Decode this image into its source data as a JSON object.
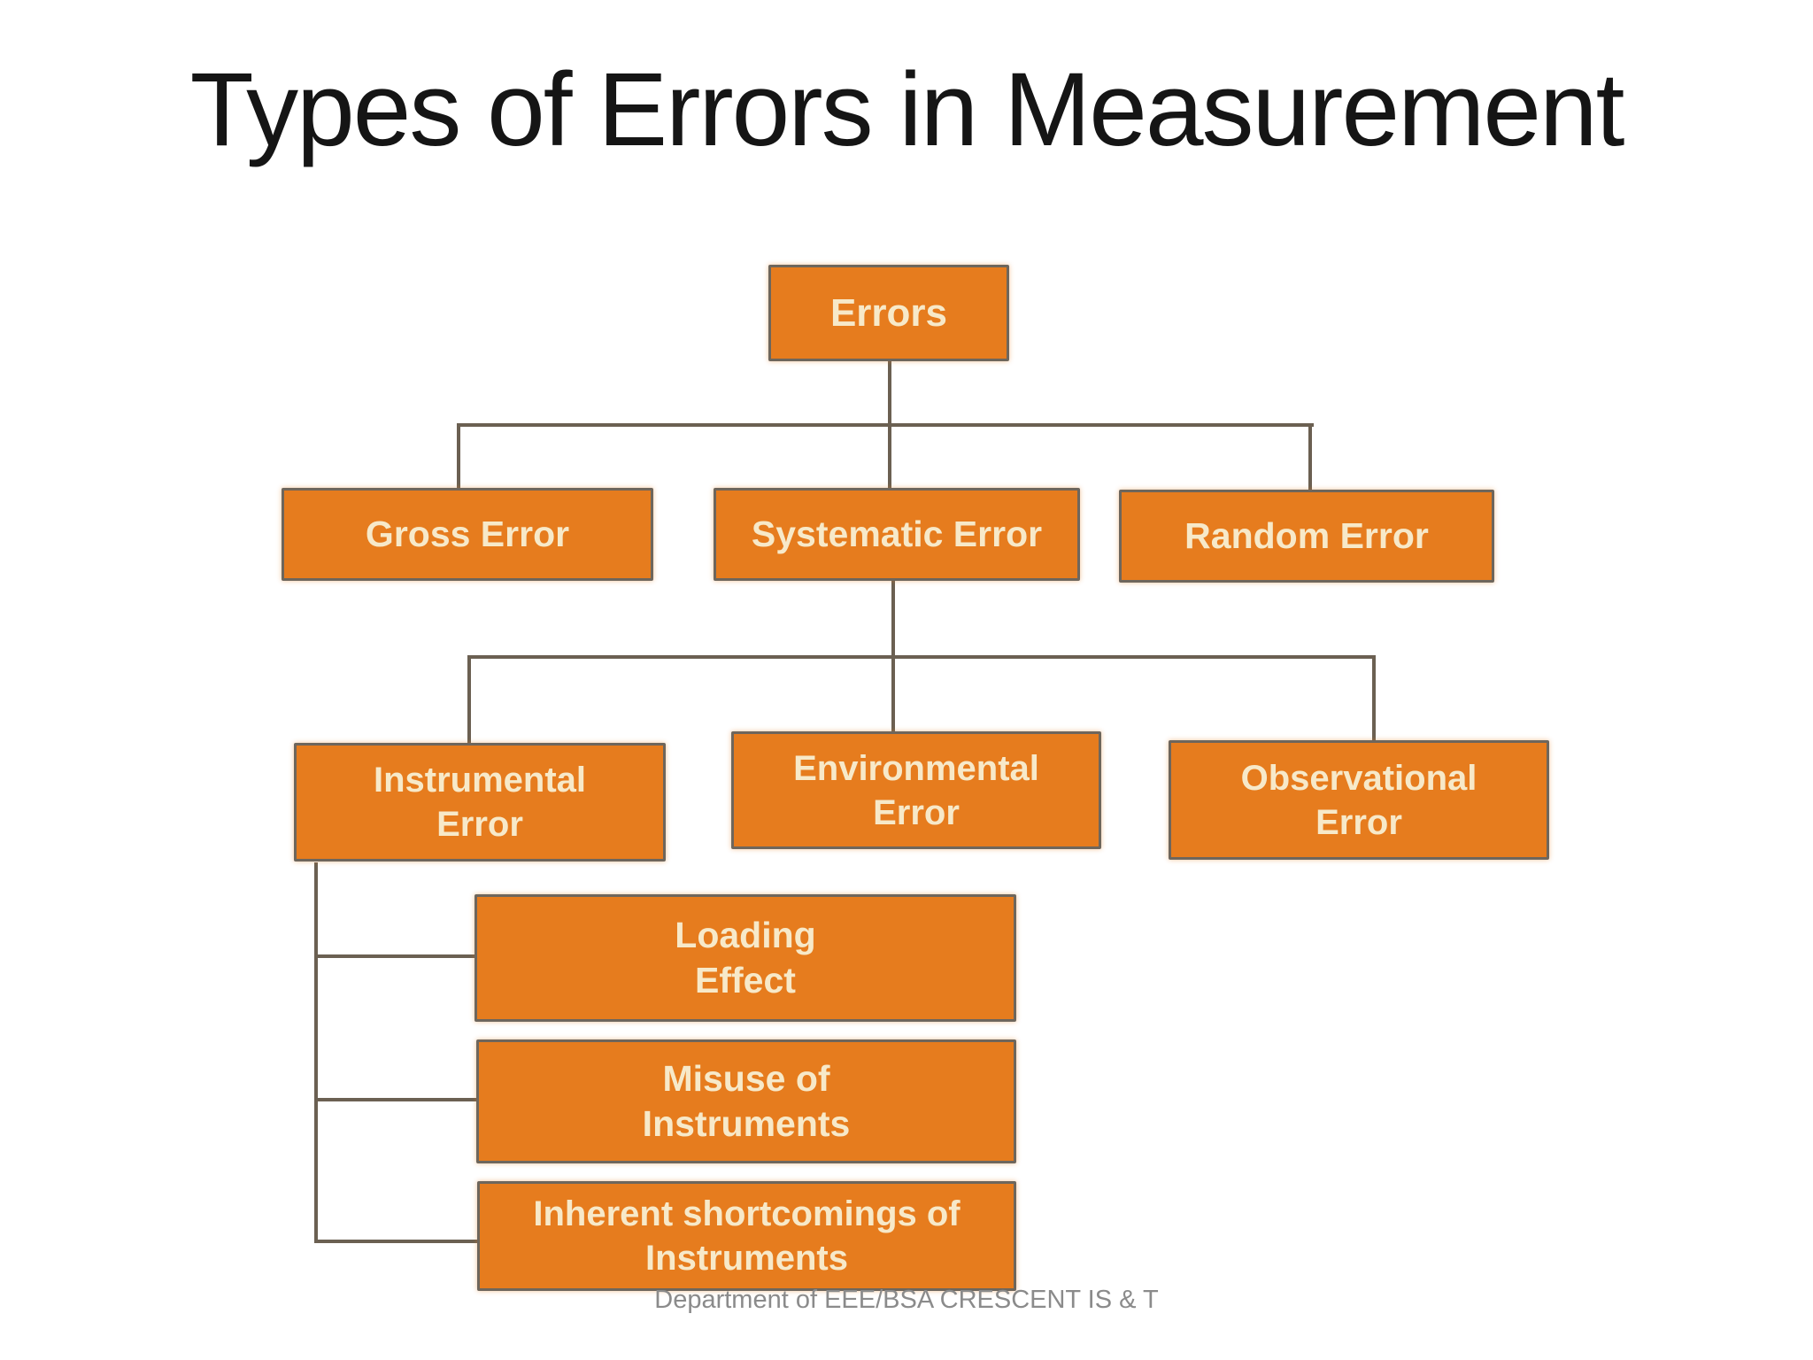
{
  "title": "Types of Errors in Measurement",
  "footer": "Department of EEE/BSA CRESCENT IS & T",
  "colors": {
    "background": "#FFFFFF",
    "title_text": "#151515",
    "box_fill": "#E67C1E",
    "box_border": "#6E665C",
    "box_text": "#F7E9C9",
    "connector": "#6B6052",
    "footer_text": "#8B8B8B"
  },
  "nodes": {
    "errors": "Errors",
    "gross_error": "Gross Error",
    "systematic_error": "Systematic Error",
    "random_error": "Random Error",
    "instrumental_error": "Instrumental\nError",
    "environmental_error": "Environmental\nError",
    "observational_error": "Observational\nError",
    "loading_effect": "Loading\nEffect",
    "misuse_of_instruments": "Misuse of\nInstruments",
    "inherent_shortcomings": "Inherent shortcomings of\nInstruments"
  },
  "hierarchy": {
    "Errors": [
      "Gross Error",
      "Systematic Error",
      "Random Error"
    ],
    "Systematic Error": [
      "Instrumental Error",
      "Environmental Error",
      "Observational Error"
    ],
    "Instrumental Error": [
      "Loading Effect",
      "Misuse of Instruments",
      "Inherent shortcomings of Instruments"
    ]
  }
}
